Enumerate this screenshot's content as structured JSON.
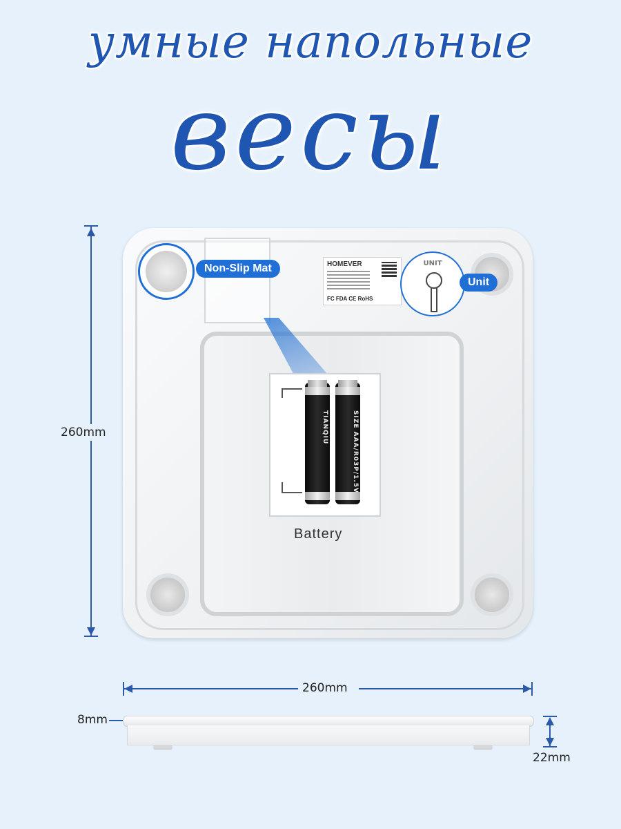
{
  "title": {
    "line1": "умные напольные",
    "line2": "весы"
  },
  "dimensions": {
    "height_label": "260mm",
    "width_label": "260mm",
    "thin_label": "8mm",
    "thickness_label": "22mm"
  },
  "callouts": {
    "non_slip": "Non-Slip Mat",
    "unit": "Unit",
    "battery": "Battery",
    "unit_switch_text": "UNIT"
  },
  "sticker": {
    "brand": "HOMEVER",
    "marks": "FC FDA CE RoHS"
  },
  "batteries": {
    "left_text": "TIANQIU",
    "right_text": "SIZE AAA/R03P/1.5V"
  },
  "colors": {
    "background": "#e6f1fb",
    "accent": "#1f6fd6",
    "title": "#1f56b2",
    "dimension_line": "#2b5aa8"
  }
}
